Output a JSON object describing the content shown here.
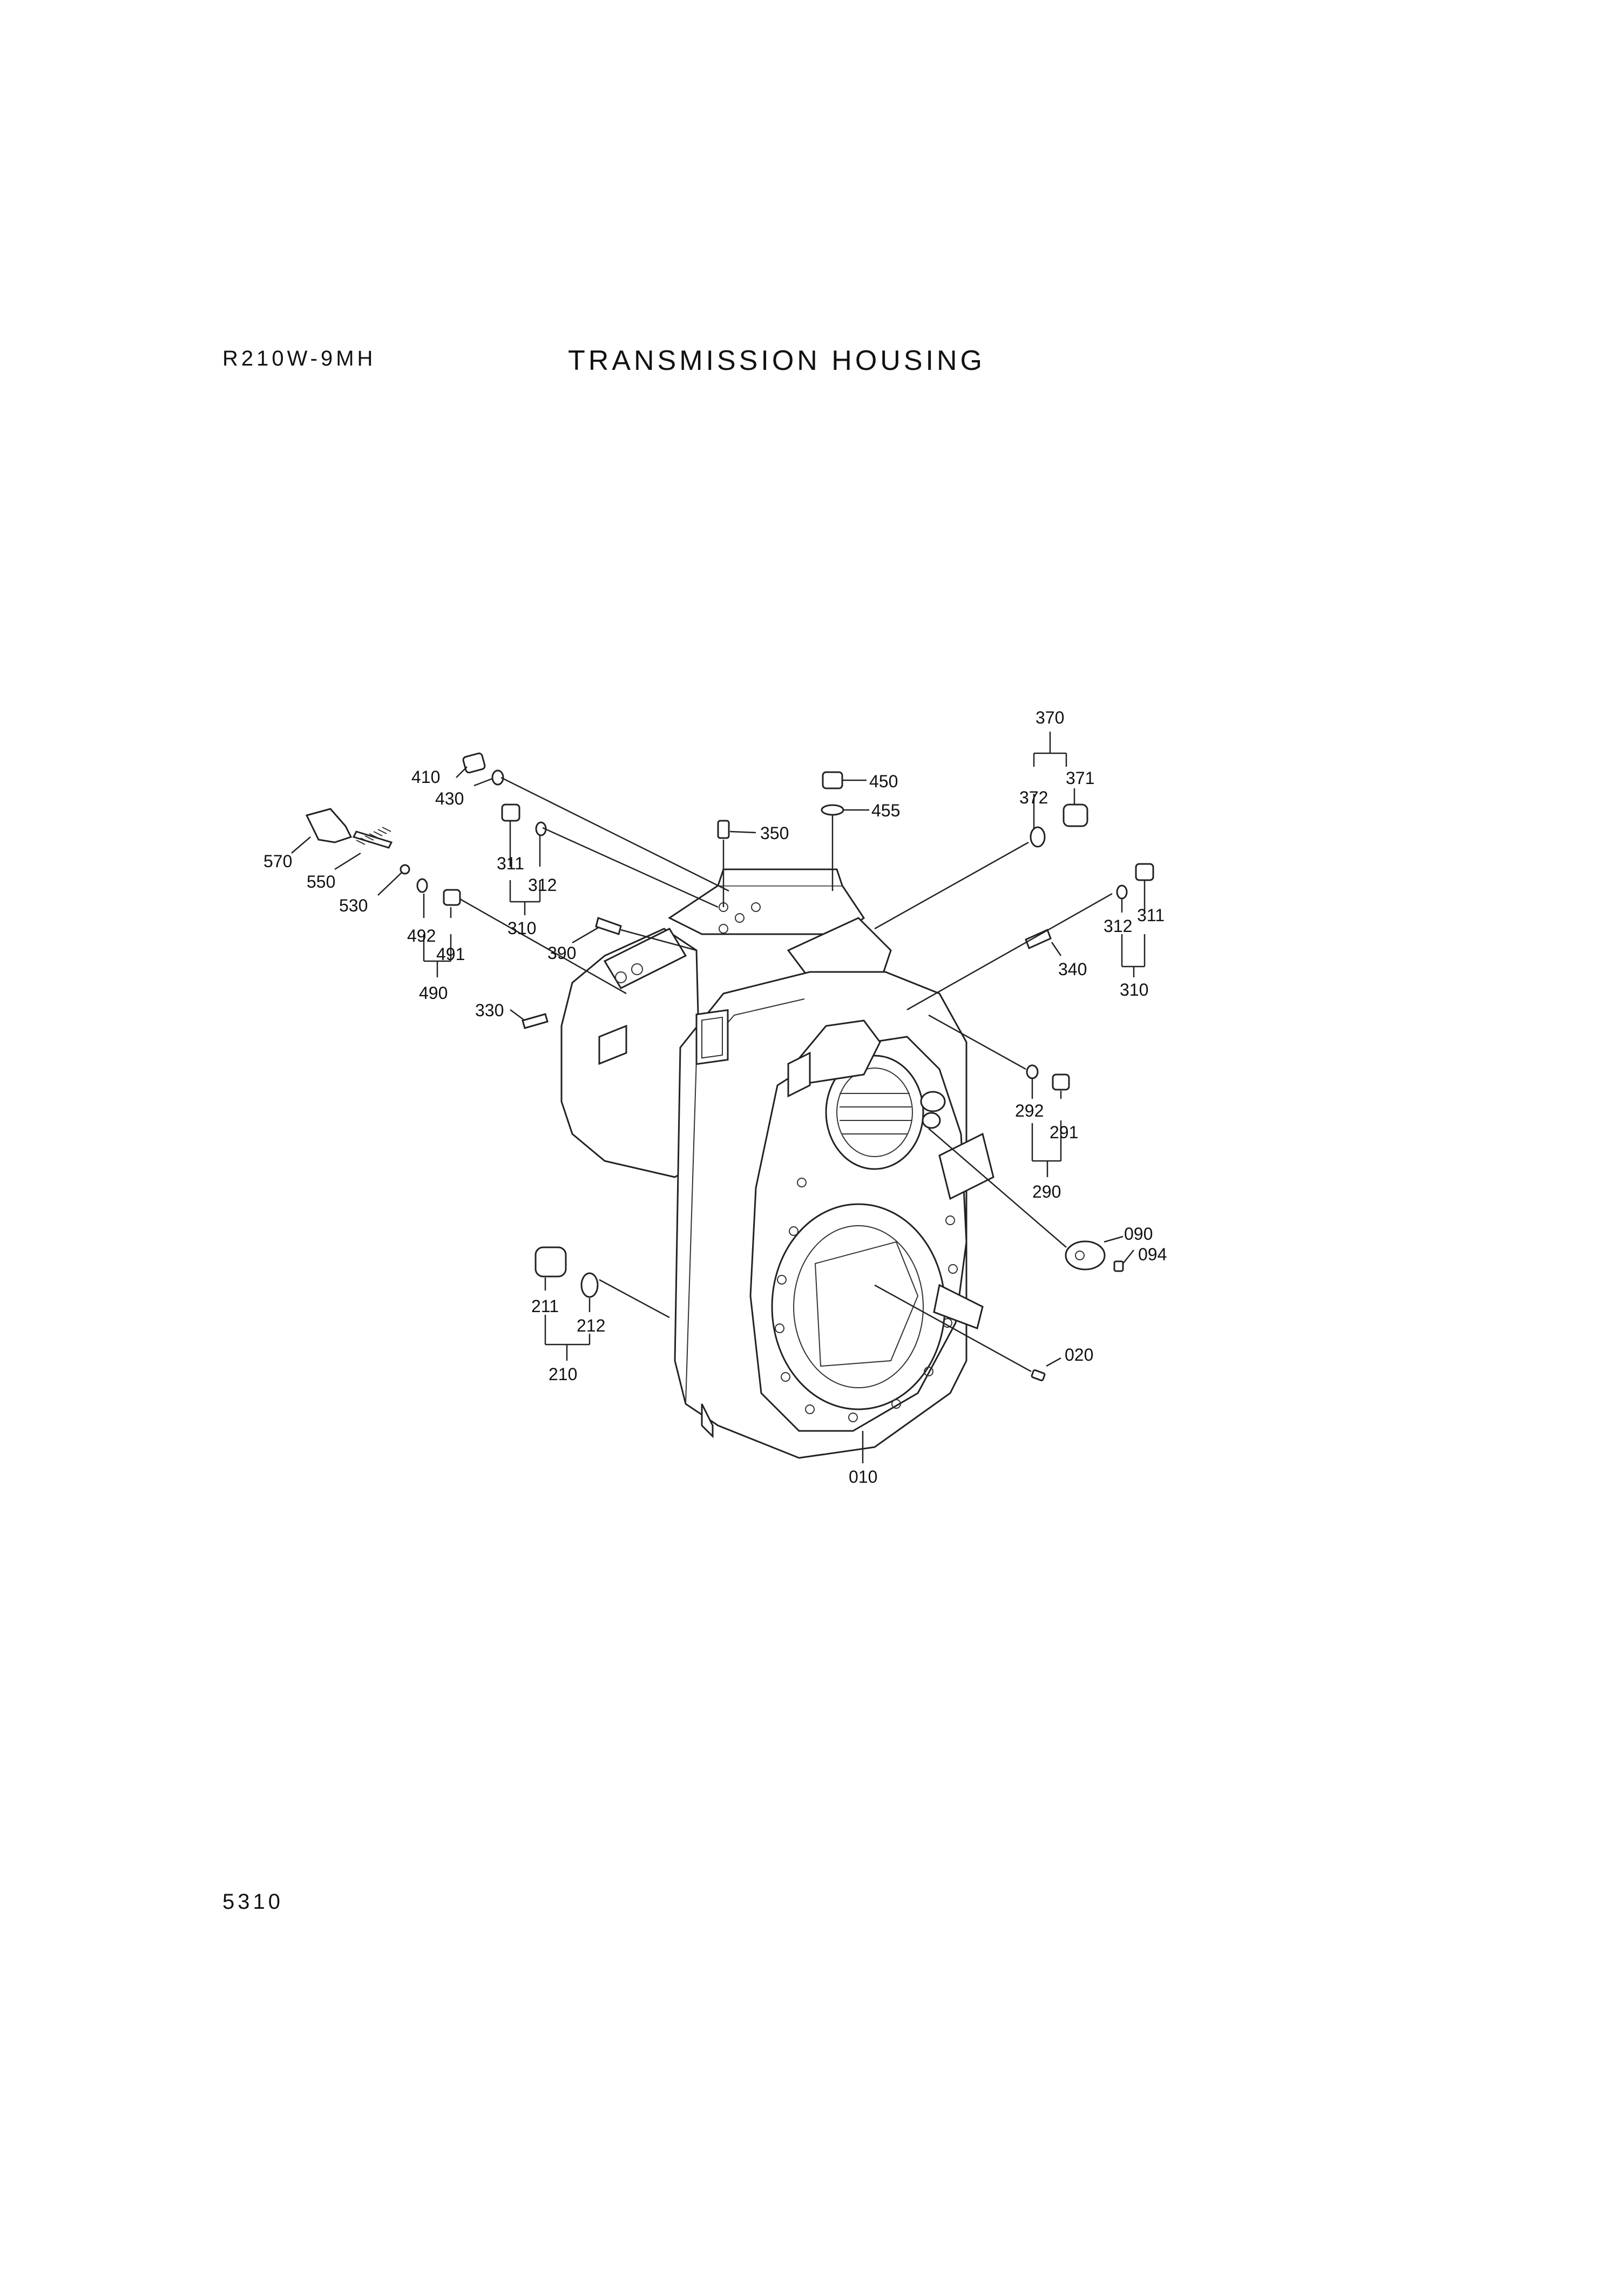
{
  "header": {
    "model": "R210W-9MH",
    "title": "TRANSMISSION HOUSING"
  },
  "footer": {
    "page_number": "5310"
  },
  "callouts": {
    "c410": "410",
    "c430": "430",
    "c570": "570",
    "c550": "550",
    "c530": "530",
    "c311a": "311",
    "c312a": "312",
    "c310a": "310",
    "c492": "492",
    "c491": "491",
    "c490": "490",
    "c390": "390",
    "c330": "330",
    "c350": "350",
    "c450": "450",
    "c455": "455",
    "c370": "370",
    "c371": "371",
    "c372": "372",
    "c312b": "312",
    "c311b": "311",
    "c310b": "310",
    "c340": "340",
    "c292": "292",
    "c291": "291",
    "c290": "290",
    "c090": "090",
    "c094": "094",
    "c211": "211",
    "c212": "212",
    "c210": "210",
    "c020": "020",
    "c010": "010"
  }
}
